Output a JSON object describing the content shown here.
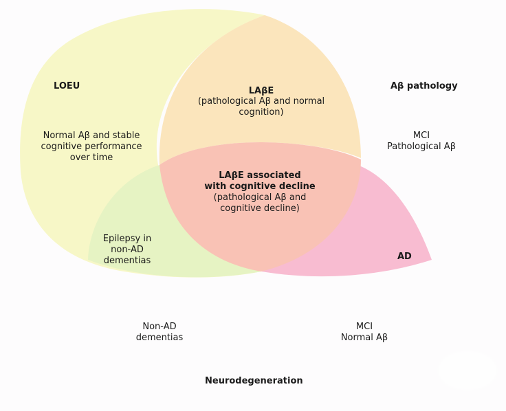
{
  "colors": {
    "loeu_region": "#f7f7c7",
    "labe_region": "#fbe5bc",
    "neurodegeneration_region": "#e6f3c3",
    "ad_region": "#f8bcd1",
    "center_region": "#f9c2b5",
    "background": "#fdfcfd"
  },
  "labels": {
    "loeu": "LOEU",
    "loeu_desc": [
      "Normal Aβ and stable",
      "cognitive performance",
      "over time"
    ],
    "labe_title": "LAβE",
    "labe_desc": [
      "(pathological Aβ and normal",
      "cognition)"
    ],
    "center_title": [
      "LAβE associated",
      "with cognitive decline"
    ],
    "center_desc": [
      "(pathological Aβ and",
      "cognitive decline)"
    ],
    "epilepsy": [
      "Epilepsy in",
      "non-AD",
      "dementias"
    ],
    "ab_pathology": "Aβ pathology",
    "mci_pathological": [
      "MCI",
      "Pathological Aβ"
    ],
    "ad": "AD",
    "non_ad": [
      "Non-AD",
      "dementias"
    ],
    "mci_normal": [
      "MCI",
      "Normal Aβ"
    ],
    "neurodegeneration": "Neurodegeneration"
  }
}
